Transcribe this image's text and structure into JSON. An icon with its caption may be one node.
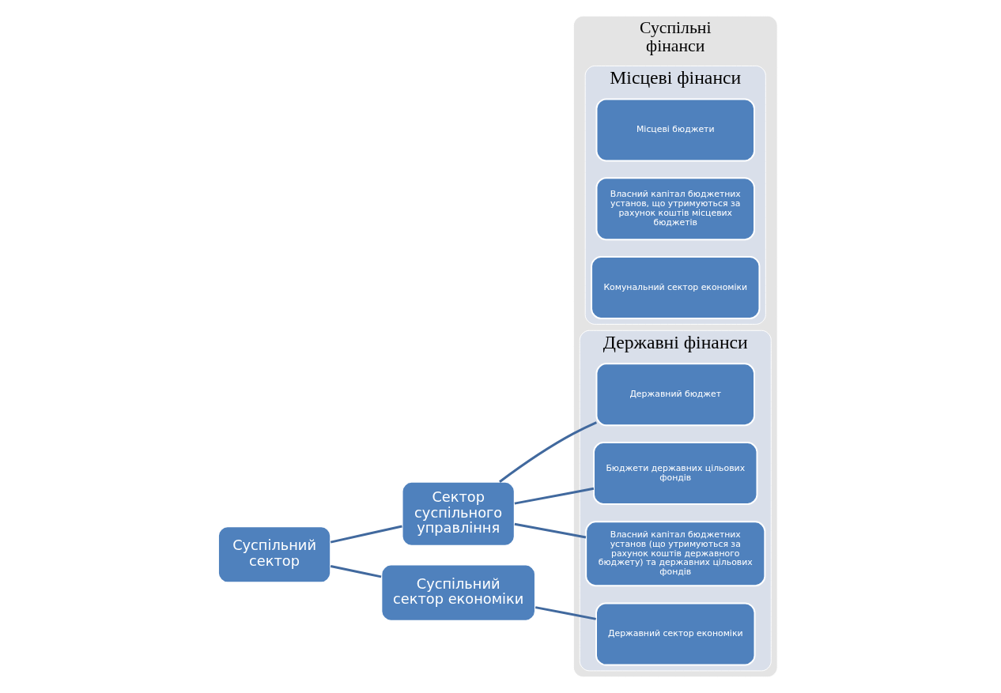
{
  "diagram": {
    "nodes": [
      {
        "text": [
          "Суспільний сектор"
        ]
      },
      {
        "text": [
          "Сектор суспільного управління"
        ]
      },
      {
        "text": [
          "Суспільний сектор економіки"
        ]
      },
      {
        "text": [
          "Суспільні фінанси"
        ]
      },
      {
        "text": [
          "Державні фінанси"
        ],
        "in": 3
      },
      {
        "text": [
          "Державний бюджет"
        ],
        "in": 4
      },
      {
        "text": [
          "Бюджети державних цільових фондів"
        ],
        "in": 4
      },
      {
        "text": [
          "Власний капітал бюджетних установ (що утримуються за рахунок коштів державного бюджету) та державних цільових фондів"
        ],
        "in": 4
      },
      {
        "text": [
          "Державний сектор економіки"
        ],
        "in": 4
      },
      {
        "text": [
          "Місцеві фінанси"
        ],
        "in": 3
      },
      {
        "text": [
          "Місцеві бюджети"
        ],
        "in": 9
      },
      {
        "text": [
          "Власний капітал бюджетних установ, що утримуються за рахунок коштів місцевих бюджетів"
        ],
        "in": 9
      },
      {
        "text": [
          "Комунальний сектор економіки"
        ],
        "in": 9
      }
    ],
    "edges": [
      {
        "from": 0,
        "to": 1,
        "arrow": "none"
      },
      {
        "from": 0,
        "to": 2,
        "arrow": "none"
      },
      {
        "from": 1,
        "to": 5,
        "arrow": "none"
      },
      {
        "from": 1,
        "to": 6,
        "arrow": "none"
      },
      {
        "from": 1,
        "to": 7,
        "arrow": "none"
      },
      {
        "from": 2,
        "to": 8,
        "arrow": "none"
      }
    ]
  }
}
